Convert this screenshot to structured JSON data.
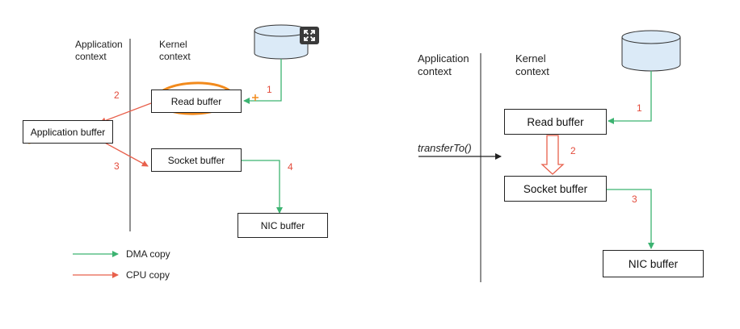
{
  "colors": {
    "dma": "#3cb371",
    "cpu": "#e8604c",
    "highlight": "#f28a1c",
    "number": "#e34b3b",
    "disk_fill": "#dbeaf7",
    "disk_stroke": "#333333"
  },
  "left_diagram": {
    "application_context": "Application\ncontext",
    "kernel_context": "Kernel\ncontext",
    "read_buffer": "Read buffer",
    "application_buffer": "Application buffer",
    "socket_buffer": "Socket buffer",
    "nic_buffer": "NIC buffer",
    "step_labels": [
      "1",
      "2",
      "3",
      "4"
    ],
    "legend": {
      "dma": "DMA copy",
      "cpu": "CPU copy"
    }
  },
  "right_diagram": {
    "application_context": "Application\ncontext",
    "kernel_context": "Kernel\ncontext",
    "read_buffer": "Read buffer",
    "socket_buffer": "Socket buffer",
    "nic_buffer": "NIC buffer",
    "transfer_call": "transferTo()",
    "step_labels": [
      "1",
      "2",
      "3"
    ]
  },
  "icons": {
    "expand": "expand-icon",
    "disk": "disk-icon",
    "plus": "plus-icon"
  }
}
